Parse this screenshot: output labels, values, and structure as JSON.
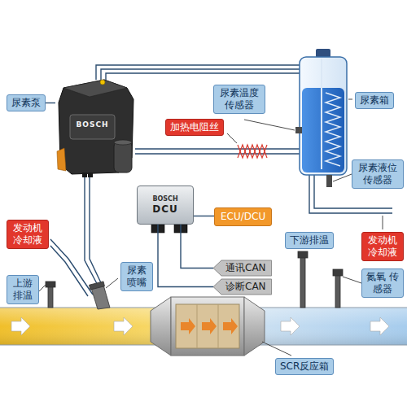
{
  "diagram": {
    "nodes": [
      {
        "text": [
          "尿素泵"
        ]
      },
      {
        "text": [
          "BOSCH"
        ]
      },
      {
        "text": [
          "尿素温度 传感器"
        ]
      },
      {
        "text": [
          "尿素箱"
        ]
      },
      {
        "text": [
          "加热电阻丝"
        ]
      },
      {
        "text": [
          "尿素液位 传感器"
        ]
      },
      {
        "text": [
          "BOSCH",
          "DCU"
        ]
      },
      {
        "text": [
          "ECU/DCU"
        ]
      },
      {
        "text": [
          "发动机 冷却液"
        ]
      },
      {
        "text": [
          "下游排温"
        ]
      },
      {
        "text": [
          "发动机 冷却液"
        ]
      },
      {
        "text": [
          "通讯CAN"
        ]
      },
      {
        "text": [
          "尿素 喷嘴"
        ]
      },
      {
        "text": [
          "上游 排温"
        ]
      },
      {
        "text": [
          "诊断CAN"
        ]
      },
      {
        "text": [
          "氮氧 传感器"
        ]
      },
      {
        "text": [
          "SCR反应箱"
        ]
      }
    ],
    "edges": [
      {
        "from": 0,
        "to": 1,
        "arrow": "none"
      },
      {
        "from": 7,
        "to": 6,
        "arrow": "none"
      },
      {
        "from": 11,
        "to": 6,
        "arrow": "none"
      },
      {
        "from": 14,
        "to": 6,
        "arrow": "none"
      }
    ]
  }
}
